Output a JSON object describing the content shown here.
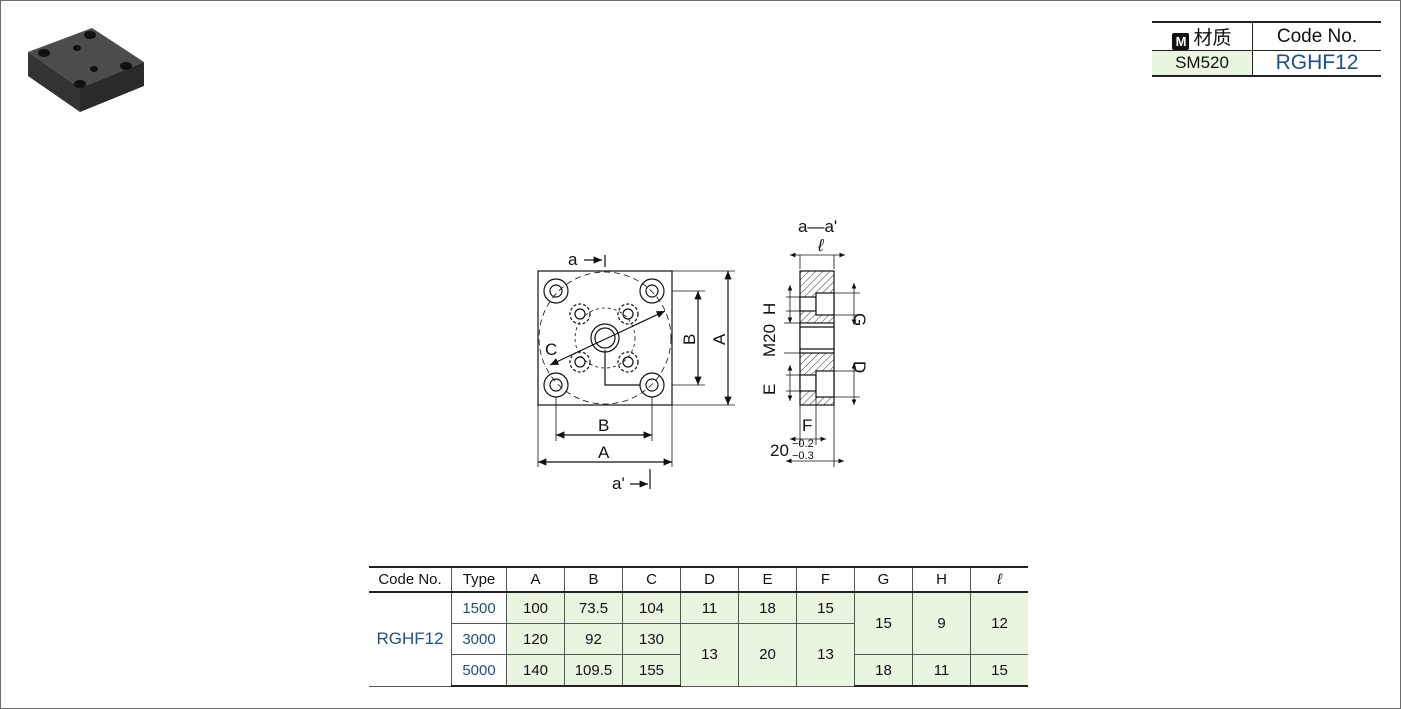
{
  "header": {
    "material_badge": "M",
    "material_label": "材质",
    "code_label": "Code No.",
    "material_value": "SM520",
    "code_value": "RGHF12"
  },
  "drawing": {
    "labels": {
      "a": "a",
      "a_prime": "a'",
      "section": "a—a'",
      "ell": "ℓ",
      "A": "A",
      "B": "B",
      "C": "C",
      "D": "D",
      "E": "E",
      "F": "F",
      "G": "G",
      "H": "H",
      "M20": "M20",
      "thickness": "20",
      "tol_upper": "−0.2",
      "tol_lower": "−0.3"
    }
  },
  "spec_table": {
    "columns": [
      "Code No.",
      "Type",
      "A",
      "B",
      "C",
      "D",
      "E",
      "F",
      "G",
      "H",
      "ℓ"
    ],
    "code": "RGHF12",
    "rows": [
      {
        "type": "1500",
        "A": "100",
        "B": "73.5",
        "C": "104",
        "D": "11",
        "E": "18",
        "F": "15"
      },
      {
        "type": "3000",
        "A": "120",
        "B": "92",
        "C": "130"
      },
      {
        "type": "5000",
        "A": "140",
        "B": "109.5",
        "C": "155",
        "G": "18",
        "H": "11",
        "L": "15"
      }
    ],
    "merged": {
      "G_12": "15",
      "H_12": "9",
      "L_12": "12",
      "D_23": "13",
      "E_23": "20",
      "F_23": "13"
    }
  }
}
